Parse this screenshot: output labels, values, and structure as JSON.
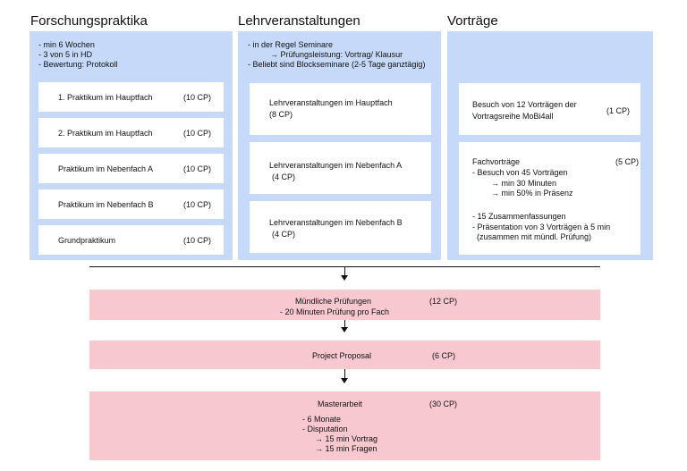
{
  "columns": {
    "forschung": {
      "title": "Forschungspraktika",
      "notes": [
        "- min 6 Wochen",
        "- 3 von 5 in HD",
        "- Bewertung: Protokoll"
      ],
      "items": [
        {
          "label": "1. Praktikum im Hauptfach",
          "cp": "(10 CP)"
        },
        {
          "label": "2. Praktikum im Hauptfach",
          "cp": "(10 CP)"
        },
        {
          "label": "Praktikum im Nebenfach A",
          "cp": "(10 CP)"
        },
        {
          "label": "Praktikum im Nebenfach B",
          "cp": "(10 CP)"
        },
        {
          "label": "Grundpraktikum",
          "cp": "(10 CP)"
        }
      ]
    },
    "lehr": {
      "title": "Lehrveranstaltungen",
      "notes": [
        "- in der Regel Seminare",
        "→ Prüfungsleistung: Vortrag/ Klausur",
        "- Beliebt sind Blockseminare (2-5 Tage ganztägig)"
      ],
      "items": [
        {
          "label": "Lehrveranstaltungen im Hauptfach",
          "cp": "(8 CP)"
        },
        {
          "label": "Lehrveranstaltungen im Nebenfach A",
          "cp": "(4 CP)"
        },
        {
          "label": "Lehrveranstaltungen im Nebenfach B",
          "cp": "(4 CP)"
        }
      ]
    },
    "vortraege": {
      "title": "Vorträge",
      "box1": {
        "line1": "Besuch von 12 Vorträgen der",
        "line2": "Vortragsreihe  MoBi4all",
        "cp": "(1 CP)"
      },
      "box2": {
        "title": "Fachvorträge",
        "cp": "(5 CP)",
        "lines": [
          "- Besuch von 45 Vorträgen",
          "→ min 30 Minuten",
          "→ min 50% in Präsenz",
          "- 15 Zusammenfassungen",
          "- Präsentation von 3 Vorträgen à 5 min",
          "(zusammen mit mündl. Prüfung)"
        ]
      }
    }
  },
  "steps": {
    "muendlich": {
      "title": "Mündliche Prüfungen",
      "cp": "(12 CP)",
      "sub": "- 20 Minuten Prüfung pro Fach"
    },
    "proposal": {
      "title": "Project Proposal",
      "cp": "(6 CP)"
    },
    "master": {
      "title": "Masterarbeit",
      "cp": "(30 CP)",
      "lines": [
        "- 6 Monate",
        "- Disputation",
        "→ 15 min Vortrag",
        "→ 15 min Fragen"
      ]
    }
  },
  "colors": {
    "panel": "#c6d9f8",
    "step": "#f7c9cf"
  }
}
